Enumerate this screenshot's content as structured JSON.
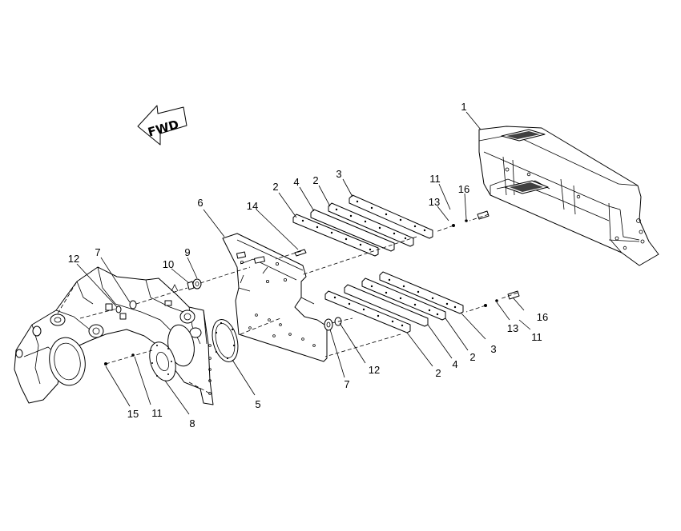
{
  "fwd_label": "FWD",
  "callouts": [
    {
      "id": "c1",
      "text": "1"
    },
    {
      "id": "c2a",
      "text": "2"
    },
    {
      "id": "c4a",
      "text": "4"
    },
    {
      "id": "c2b",
      "text": "2"
    },
    {
      "id": "c3a",
      "text": "3"
    },
    {
      "id": "c11a",
      "text": "11"
    },
    {
      "id": "c16a",
      "text": "16"
    },
    {
      "id": "c13a",
      "text": "13"
    },
    {
      "id": "c6",
      "text": "6"
    },
    {
      "id": "c14",
      "text": "14"
    },
    {
      "id": "c12a",
      "text": "12"
    },
    {
      "id": "c7a",
      "text": "7"
    },
    {
      "id": "c9",
      "text": "9"
    },
    {
      "id": "c10",
      "text": "10"
    },
    {
      "id": "c16b",
      "text": "16"
    },
    {
      "id": "c13b",
      "text": "13"
    },
    {
      "id": "c11b",
      "text": "11"
    },
    {
      "id": "c3b",
      "text": "3"
    },
    {
      "id": "c2c",
      "text": "2"
    },
    {
      "id": "c4b",
      "text": "4"
    },
    {
      "id": "c2d",
      "text": "2"
    },
    {
      "id": "c12b",
      "text": "12"
    },
    {
      "id": "c7b",
      "text": "7"
    },
    {
      "id": "c5",
      "text": "5"
    },
    {
      "id": "c8",
      "text": "8"
    },
    {
      "id": "c11c",
      "text": "11"
    },
    {
      "id": "c15",
      "text": "15"
    }
  ]
}
